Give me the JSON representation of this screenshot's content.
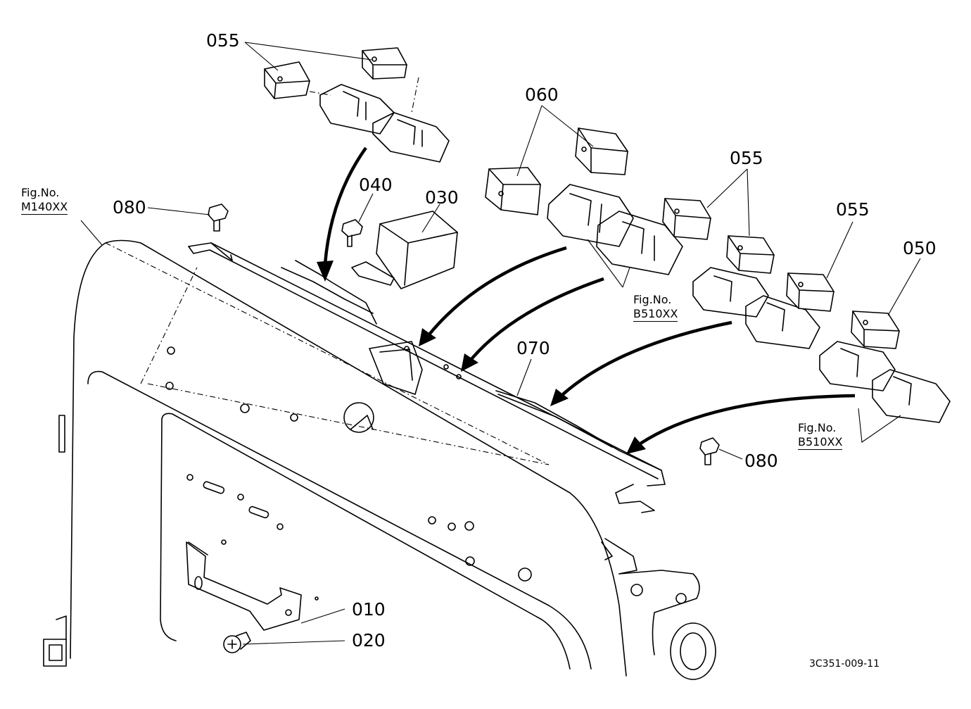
{
  "callouts": {
    "c055_top": "055",
    "c060": "060",
    "c040": "040",
    "c030": "030",
    "c080_left": "080",
    "c055_mid": "055",
    "c055_right": "055",
    "c050": "050",
    "c070": "070",
    "c080_right": "080",
    "c010": "010",
    "c020": "020"
  },
  "figure_refs": {
    "left": {
      "line1": "Fig.No.",
      "line2": "M140XX"
    },
    "middle": {
      "line1": "Fig.No.",
      "line2": "B510XX"
    },
    "right": {
      "line1": "Fig.No.",
      "line2": "B510XX"
    }
  },
  "drawing_code": "3C351-009-11"
}
